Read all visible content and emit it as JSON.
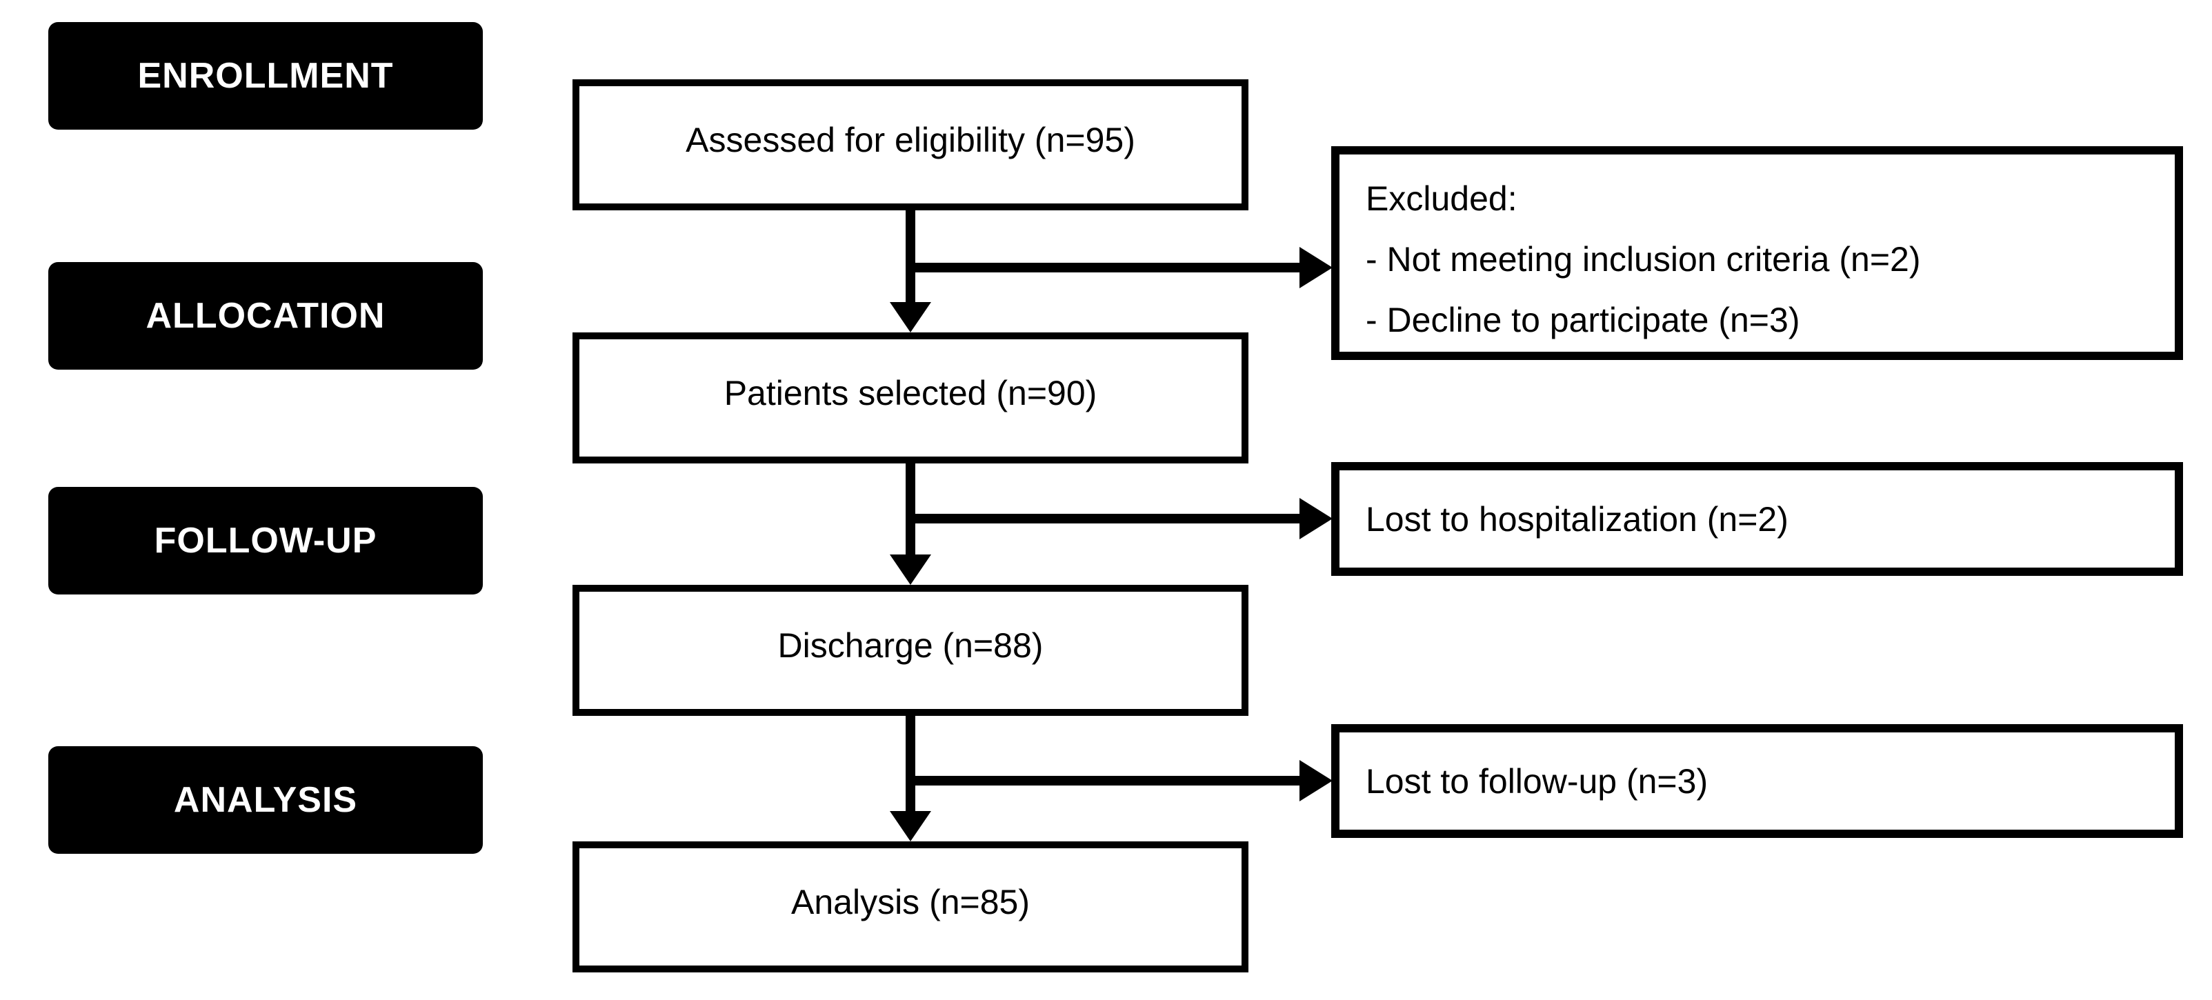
{
  "diagram": {
    "type": "consort-flowchart",
    "stages": [
      {
        "label": "ENROLLMENT"
      },
      {
        "label": "ALLOCATION"
      },
      {
        "label": "FOLLOW-UP"
      },
      {
        "label": "ANALYSIS"
      }
    ],
    "flow_boxes": [
      {
        "label": "Assessed for eligibility (n=95)"
      },
      {
        "label": "Patients selected (n=90)"
      },
      {
        "label": "Discharge (n=88)"
      },
      {
        "label": "Analysis (n=85)"
      }
    ],
    "side_boxes": [
      {
        "lines": [
          "Excluded:",
          "- Not meeting inclusion criteria (n=2)",
          "- Decline to participate (n=3)"
        ]
      },
      {
        "lines": [
          "Lost to hospitalization (n=2)"
        ]
      },
      {
        "lines": [
          "Lost to follow-up (n=3)"
        ]
      }
    ],
    "colors": {
      "background": "#ffffff",
      "box_fill": "#ffffff",
      "box_border": "#000000",
      "stage_fill": "#000000",
      "stage_text": "#ffffff",
      "text": "#000000"
    }
  }
}
